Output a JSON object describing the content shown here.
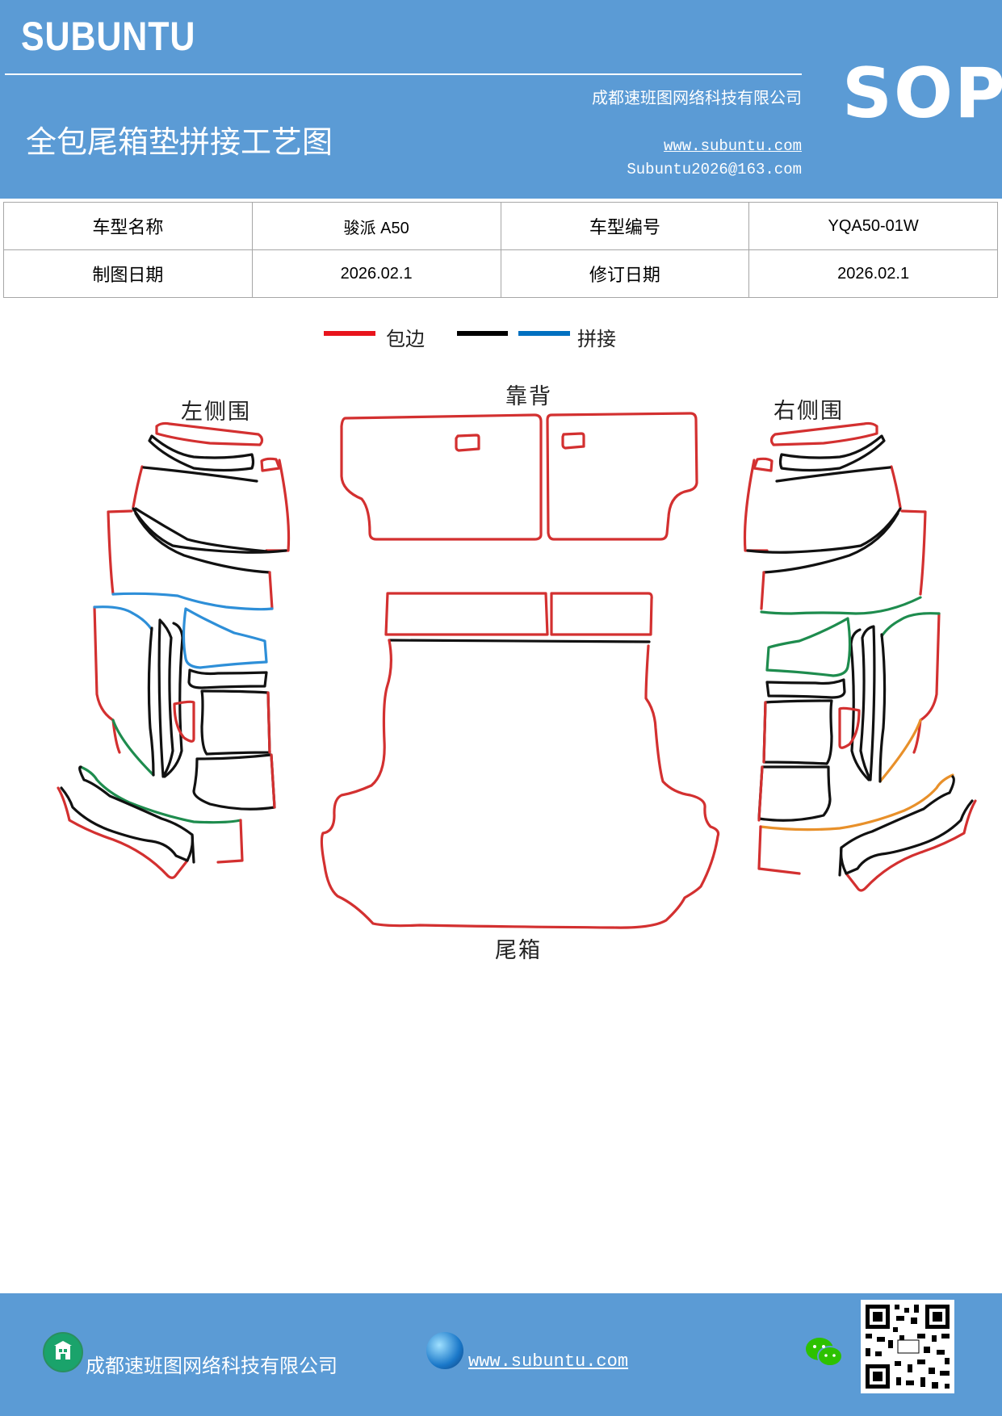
{
  "header": {
    "logo": "SUBUNTU",
    "company": "成都速班图网络科技有限公司",
    "title": "全包尾箱垫拼接工艺图",
    "website": "www.subuntu.com",
    "email": "Subuntu2026@163.com",
    "sop": "SOP"
  },
  "info_table": {
    "model_name_label": "车型名称",
    "model_name_value": "骏派 A50",
    "model_code_label": "车型编号",
    "model_code_value": "YQA50-01W",
    "draw_date_label": "制图日期",
    "draw_date_value": "2026.02.1",
    "revise_date_label": "修订日期",
    "revise_date_value": "2026.02.1"
  },
  "legend": {
    "items": [
      {
        "label": "包边",
        "color": "#e8141c"
      },
      {
        "label": "",
        "color": "#000000"
      },
      {
        "label": "拼接",
        "color": "#0070c0"
      }
    ]
  },
  "parts": {
    "left_side": "左侧围",
    "backrest": "靠背",
    "right_side": "右侧围",
    "trunk": "尾箱"
  },
  "colors": {
    "header_bg": "#5b9bd5",
    "edge_red": "#d33030",
    "seam_black": "#111111",
    "seam_blue": "#2e8fd8",
    "seam_green": "#1e8c4e",
    "seam_orange": "#e8902a"
  },
  "footer": {
    "company": "成都速班图网络科技有限公司",
    "website": "www.subuntu.com"
  }
}
